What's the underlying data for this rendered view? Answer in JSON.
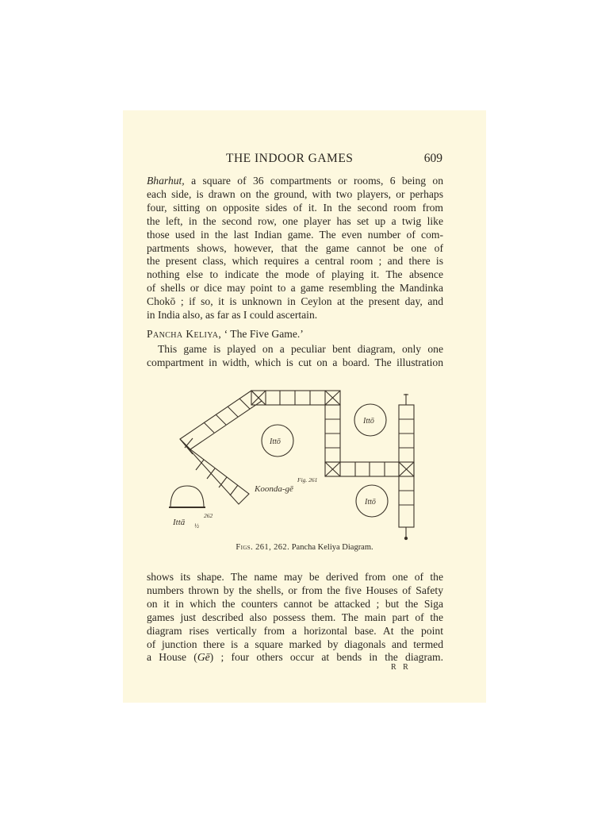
{
  "header": {
    "running_head": "THE INDOOR GAMES",
    "page_number": "609"
  },
  "paragraph1": {
    "lead_italic": "Bharhut,",
    "lines": [
      "a square of 36 compartments or rooms, 6 being on",
      "each side, is drawn on the ground, with two players, or perhaps",
      "four, sitting on opposite sides of it.  In the second room from",
      "the left, in the second row, one player has set up a twig like",
      "those used in the last Indian game.  The even number of com-",
      "partments shows, however, that the game cannot be one of",
      "the present class, which requires a central room ; and there is",
      "nothing else to indicate the mode of playing it.  The absence",
      "of shells or dice may point to a game resembling the Mandinka",
      "Chokō ;  if so, it is unknown in Ceylon at the present day, and",
      "in India also, as far as I could ascertain."
    ]
  },
  "section_heading": {
    "name": "Pancha Keliya,",
    "translation": "‘ The Five Game.’"
  },
  "paragraph2": {
    "lines": [
      "This game is played on a peculiar bent diagram, only one",
      "compartment in width, which is cut on a board.  The illustration"
    ]
  },
  "figure": {
    "labels": {
      "circle_1": "Ittō",
      "circle_2": "Ittō",
      "circle_3": "Ittō",
      "fig_261": "Fig. 261",
      "koonda": "Koonda-gē",
      "fig_262": "262",
      "itta": "Ittā",
      "half": "½"
    },
    "caption_prefix": "Figs. 261, 262.",
    "caption_text": "Pancha Keliya Diagram."
  },
  "paragraph3": {
    "lines": [
      "shows its shape.  The name may be derived from one of the",
      "numbers thrown by the shells, or from the five Houses of Safety",
      "on it in which the counters cannot be attacked ;  but the Siga",
      "games just described also possess them.  The main part of the",
      "diagram rises vertically from a horizontal base.  At the point",
      "of junction there is a square marked by diagonals and termed"
    ],
    "last_pre": "a House (",
    "last_italic": "Gē",
    "last_post": ") ;  four others occur at bends in the diagram."
  },
  "signature_mark": "R R"
}
